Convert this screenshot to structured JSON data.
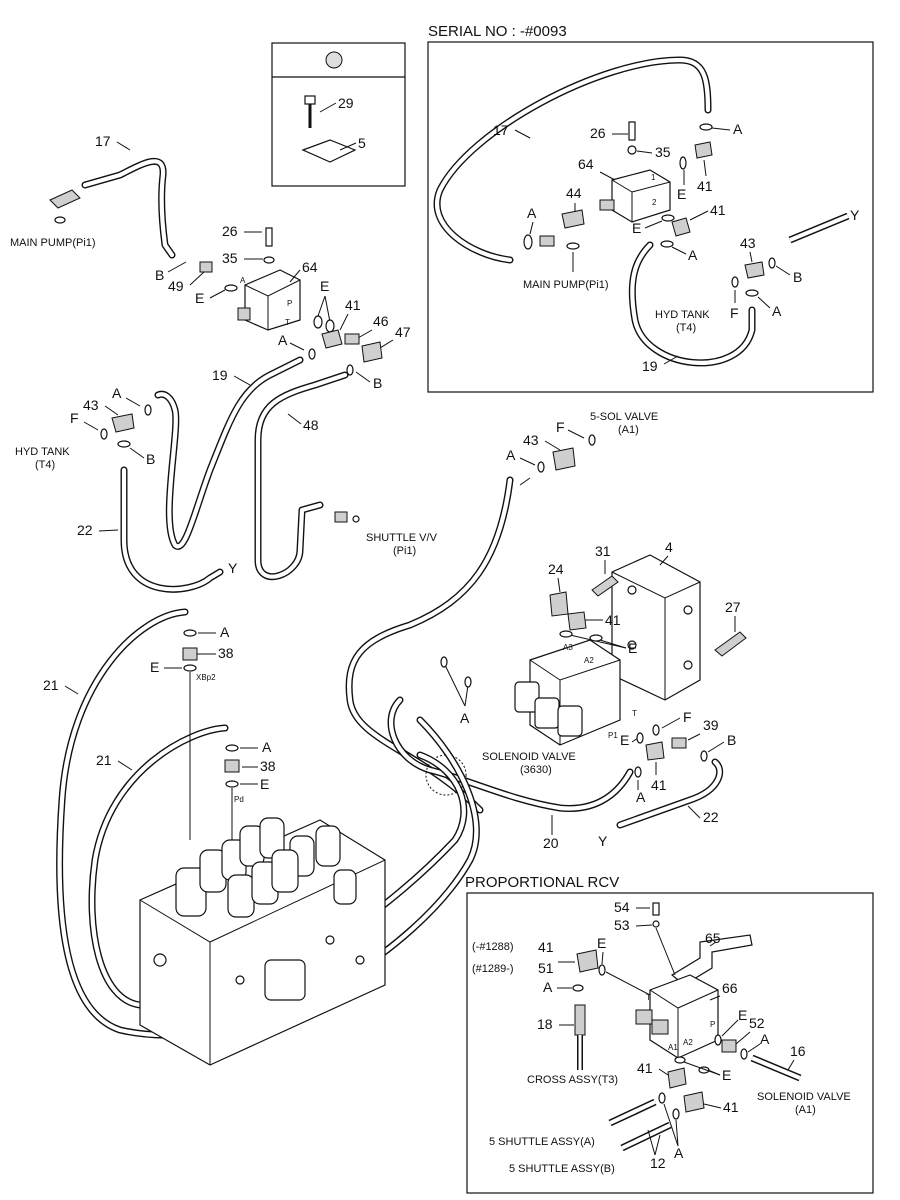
{
  "inset_top_right": {
    "title": "SERIAL NO : -#0093",
    "main_pump": "MAIN PUMP(Pi1)",
    "hyd_tank_line1": "HYD TANK",
    "hyd_tank_line2": "(T4)",
    "y": "Y"
  },
  "inset_bottom_right": {
    "title": "PROPORTIONAL RCV",
    "serial_a": "(-#1288)",
    "serial_b": "(#1289-)",
    "cross_assy": "CROSS ASSY(T3)",
    "shuttle_a": "5 SHUTTLE ASSY(A)",
    "shuttle_b": "5 SHUTTLE ASSY(B)",
    "solenoid_line1": "SOLENOID VALVE",
    "solenoid_line2": "(A1)"
  },
  "main": {
    "main_pump": "MAIN PUMP(Pi1)",
    "hyd_tank_line1": "HYD TANK",
    "hyd_tank_line2": "(T4)",
    "shuttle_line1": "SHUTTLE V/V",
    "shuttle_line2": "(Pi1)",
    "sol5_line1": "5-SOL VALVE",
    "sol5_line2": "(A1)",
    "solenoid_line1": "SOLENOID VALVE",
    "solenoid_line2": "(3630)",
    "xbp2": "XBp2",
    "pd": "Pd",
    "y": "Y",
    "y2": "Y"
  },
  "ports": {
    "a": "A",
    "p": "P",
    "t": "T",
    "one": "1",
    "two": "2",
    "a1": "A1",
    "a2": "A2",
    "a3": "A3",
    "p1": "P1"
  },
  "callouts": [
    "4",
    "5",
    "12",
    "16",
    "17",
    "18",
    "19",
    "20",
    "21",
    "22",
    "24",
    "26",
    "27",
    "29",
    "31",
    "35",
    "38",
    "39",
    "41",
    "43",
    "44",
    "46",
    "47",
    "48",
    "49",
    "51",
    "52",
    "53",
    "54",
    "64",
    "65",
    "66"
  ],
  "letter_callouts": [
    "A",
    "B",
    "E",
    "F",
    "Y"
  ]
}
